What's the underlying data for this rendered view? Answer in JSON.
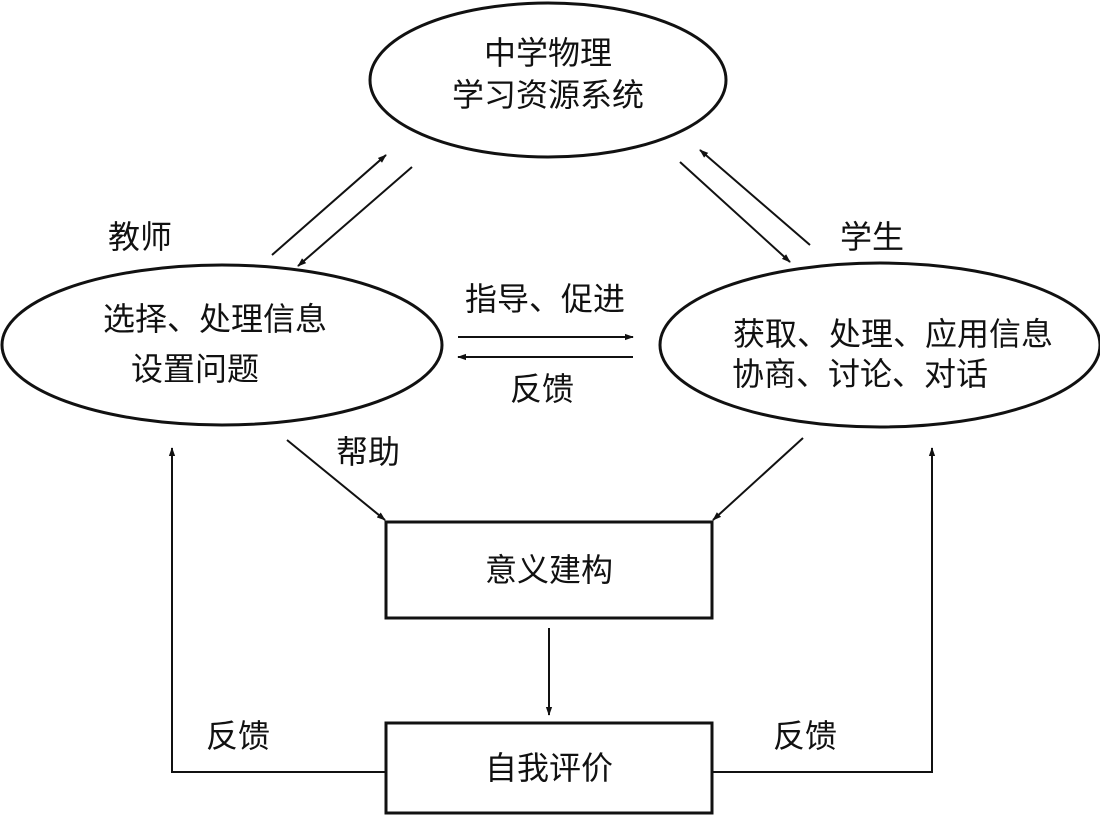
{
  "resource_system": {
    "line1": "中学物理",
    "line2": "学习资源系统"
  },
  "teacher": {
    "label": "教师",
    "line1": "选择、处理信息",
    "line2": "设置问题"
  },
  "student": {
    "label": "学生",
    "line1": "获取、处理、应用信息",
    "line2": "协商、讨论、对话"
  },
  "guide_label": "指导、促进",
  "feedback_middle": "反馈",
  "help_label": "帮助",
  "meaning_box": "意义建构",
  "self_eval_box": "自我评价",
  "feedback_left": "反馈",
  "feedback_right": "反馈"
}
